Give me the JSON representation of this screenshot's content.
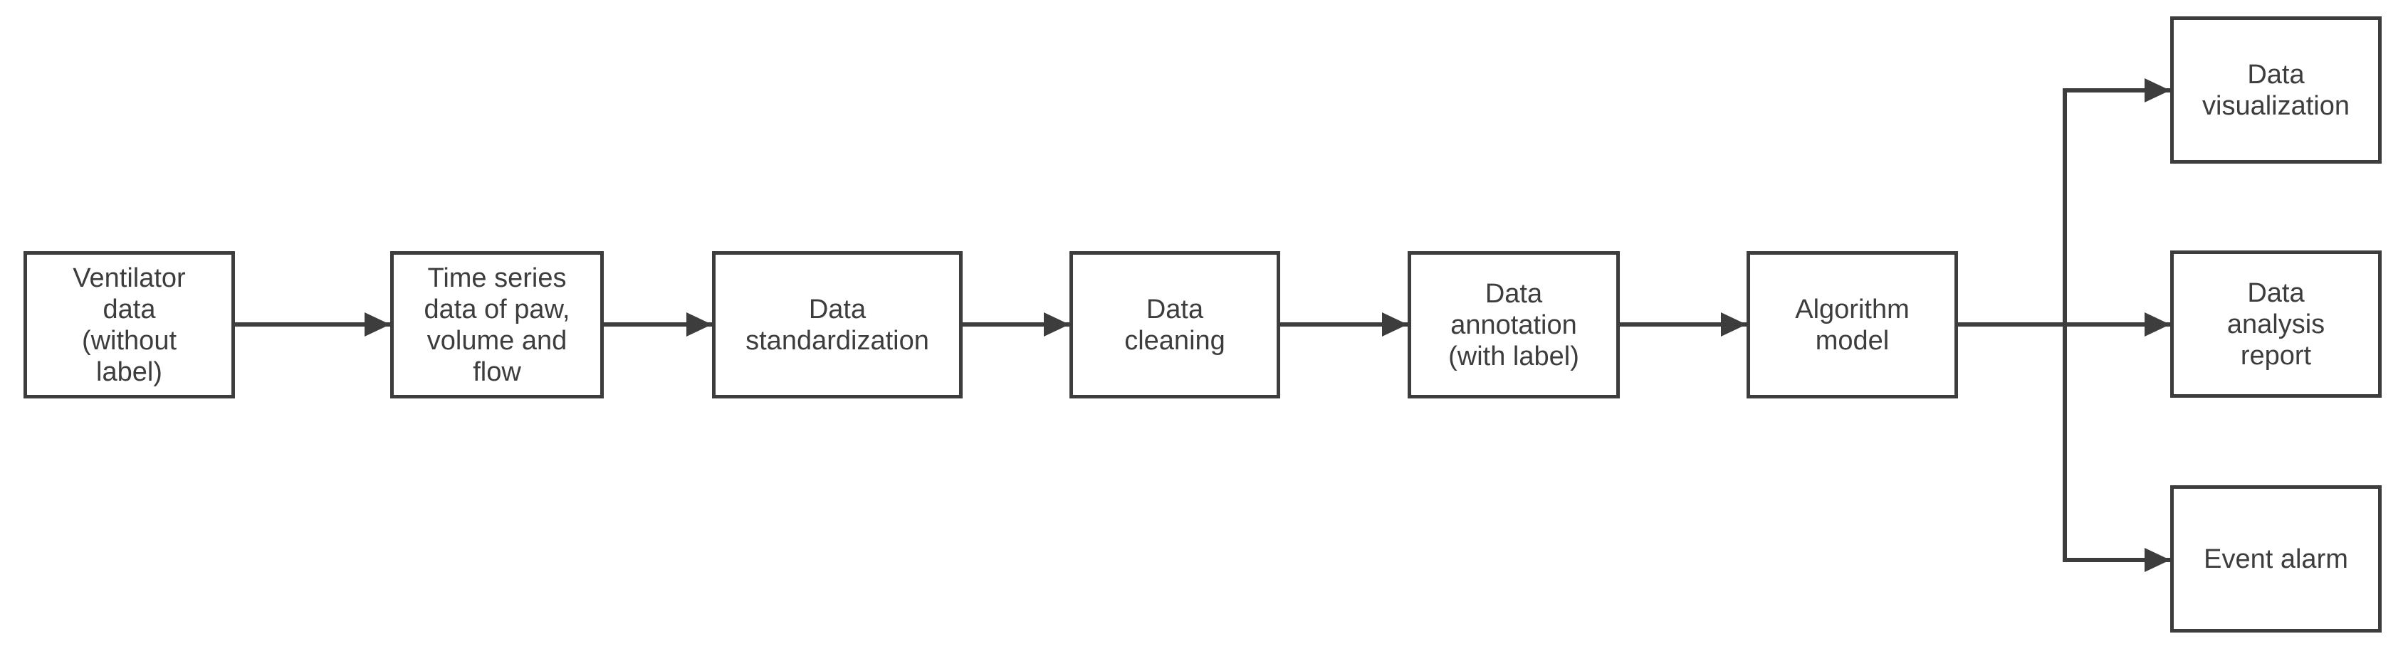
{
  "diagram": {
    "type": "flowchart",
    "direction": "left-to-right",
    "colors": {
      "background": "#ffffff",
      "box_fill": "#ffffff",
      "box_border": "#3d3d3d",
      "line": "#3d3d3d",
      "text": "#3d3d3d"
    },
    "nodes": [
      {
        "id": "ventilator-data",
        "label": "Ventilator\ndata\n(without\nlabel)"
      },
      {
        "id": "time-series-data",
        "label": "Time series\ndata of paw,\nvolume and\nflow"
      },
      {
        "id": "data-standardization",
        "label": "Data\nstandardization"
      },
      {
        "id": "data-cleaning",
        "label": "Data\ncleaning"
      },
      {
        "id": "data-annotation",
        "label": "Data\nannotation\n(with label)"
      },
      {
        "id": "algorithm-model",
        "label": "Algorithm\nmodel"
      },
      {
        "id": "data-visualization",
        "label": "Data\nvisualization"
      },
      {
        "id": "data-analysis-report",
        "label": "Data\nanalysis\nreport"
      },
      {
        "id": "event-alarm",
        "label": "Event alarm"
      }
    ],
    "edges": [
      {
        "from": "ventilator-data",
        "to": "time-series-data"
      },
      {
        "from": "time-series-data",
        "to": "data-standardization"
      },
      {
        "from": "data-standardization",
        "to": "data-cleaning"
      },
      {
        "from": "data-cleaning",
        "to": "data-annotation"
      },
      {
        "from": "data-annotation",
        "to": "algorithm-model"
      },
      {
        "from": "algorithm-model",
        "to": "data-visualization"
      },
      {
        "from": "algorithm-model",
        "to": "data-analysis-report"
      },
      {
        "from": "algorithm-model",
        "to": "event-alarm"
      }
    ]
  }
}
